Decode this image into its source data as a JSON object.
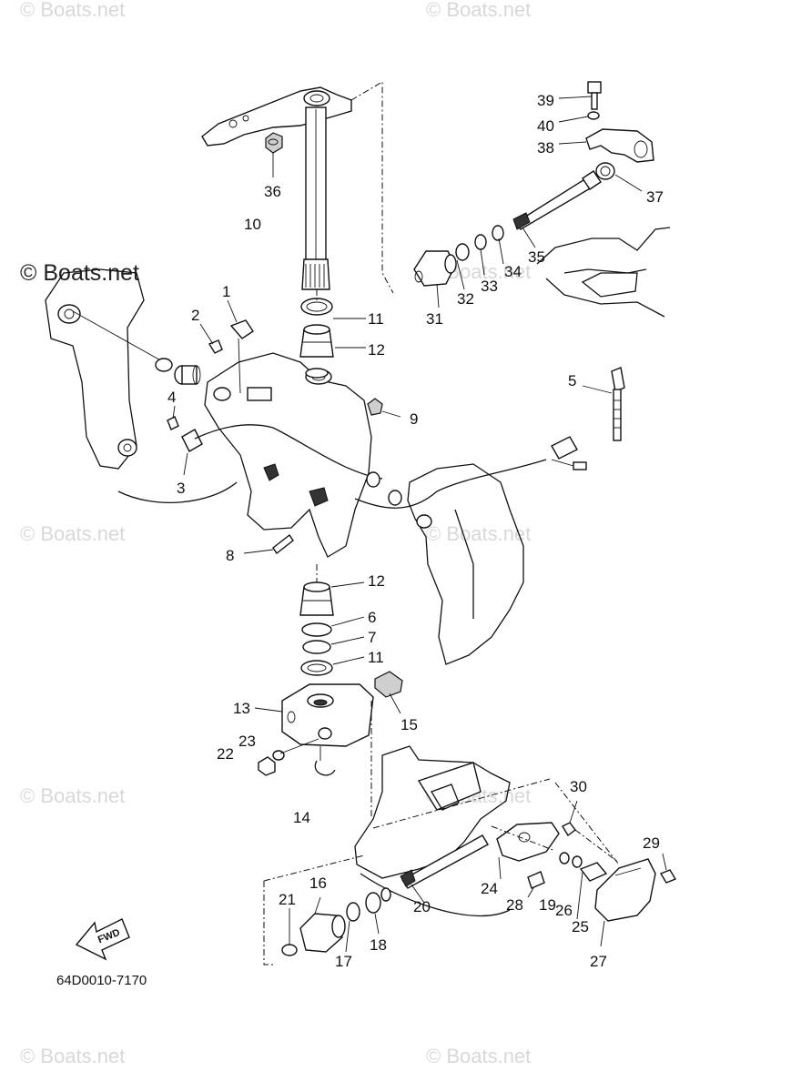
{
  "watermark": {
    "main": "© Boats.net",
    "faint": "© Boats.net"
  },
  "diagram_code": "64D0010-7170",
  "fwd_label": "FWD",
  "parts": {
    "p1": "1",
    "p2": "2",
    "p3": "3",
    "p4": "4",
    "p5": "5",
    "p6": "6",
    "p7": "7",
    "p8": "8",
    "p9": "9",
    "p10": "10",
    "p11a": "11",
    "p11b": "11",
    "p12a": "12",
    "p12b": "12",
    "p13": "13",
    "p14": "14",
    "p15": "15",
    "p16": "16",
    "p17": "17",
    "p18": "18",
    "p19": "19",
    "p20": "20",
    "p21": "21",
    "p22": "22",
    "p23": "23",
    "p24": "24",
    "p25": "25",
    "p26": "26",
    "p27": "27",
    "p28": "28",
    "p29": "29",
    "p30": "30",
    "p31": "31",
    "p32": "32",
    "p33": "33",
    "p34": "34",
    "p35": "35",
    "p36": "36",
    "p37": "37",
    "p38": "38",
    "p39": "39",
    "p40": "40"
  }
}
